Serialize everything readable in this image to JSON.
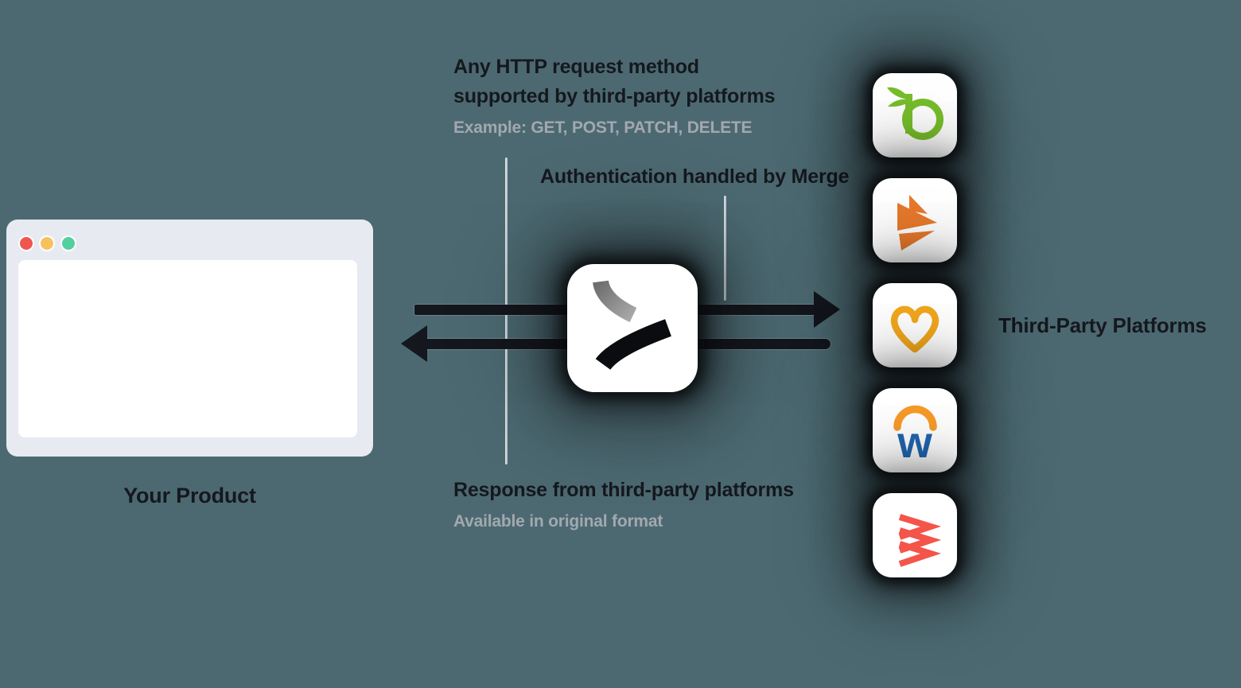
{
  "canvas": {
    "background": "#4C6971"
  },
  "annotations": {
    "request": {
      "line1": "Any HTTP request method",
      "line2": "supported by third-party platforms",
      "example": "Example: GET, POST, PATCH, DELETE"
    },
    "auth": {
      "text": "Authentication handled by Merge"
    },
    "response": {
      "title": "Response from third-party platforms",
      "subtitle": "Available in original format"
    }
  },
  "product": {
    "label": "Your Product",
    "window": {
      "dot_colors": [
        "#EF564F",
        "#F6C25E",
        "#54CFA0"
      ],
      "frame_color": "#E7EAF0"
    }
  },
  "center": {
    "icon": "merge-logo",
    "glyph_black": "#0A0C0F",
    "glyph_gray_start": "#6E6E6E",
    "glyph_gray_end": "#A8A8A8"
  },
  "arrows": {
    "request_direction": "to-platforms",
    "response_direction": "to-product",
    "color": "#14171D"
  },
  "platforms": {
    "label": "Third-Party Platforms",
    "items": [
      {
        "name": "bamboohr",
        "icon": "leaf-b-icon",
        "color": "#77BE2B"
      },
      {
        "name": "folded-arrow-platform",
        "icon": "orange-folded-arrow-icon",
        "color": "#E8792B"
      },
      {
        "name": "heart-platform",
        "icon": "heart-outline-icon",
        "color": "#F2A71B"
      },
      {
        "name": "workday",
        "icon": "workday-w-arc-icon",
        "arc_color": "#F79B27",
        "w_color": "#2165B1",
        "letter": "w"
      },
      {
        "name": "zigzag-platform",
        "icon": "zigzag-z-icon",
        "color": "#F4544A"
      }
    ]
  },
  "text_colors": {
    "heading": "#15181E",
    "muted": "#A3A8AF"
  }
}
